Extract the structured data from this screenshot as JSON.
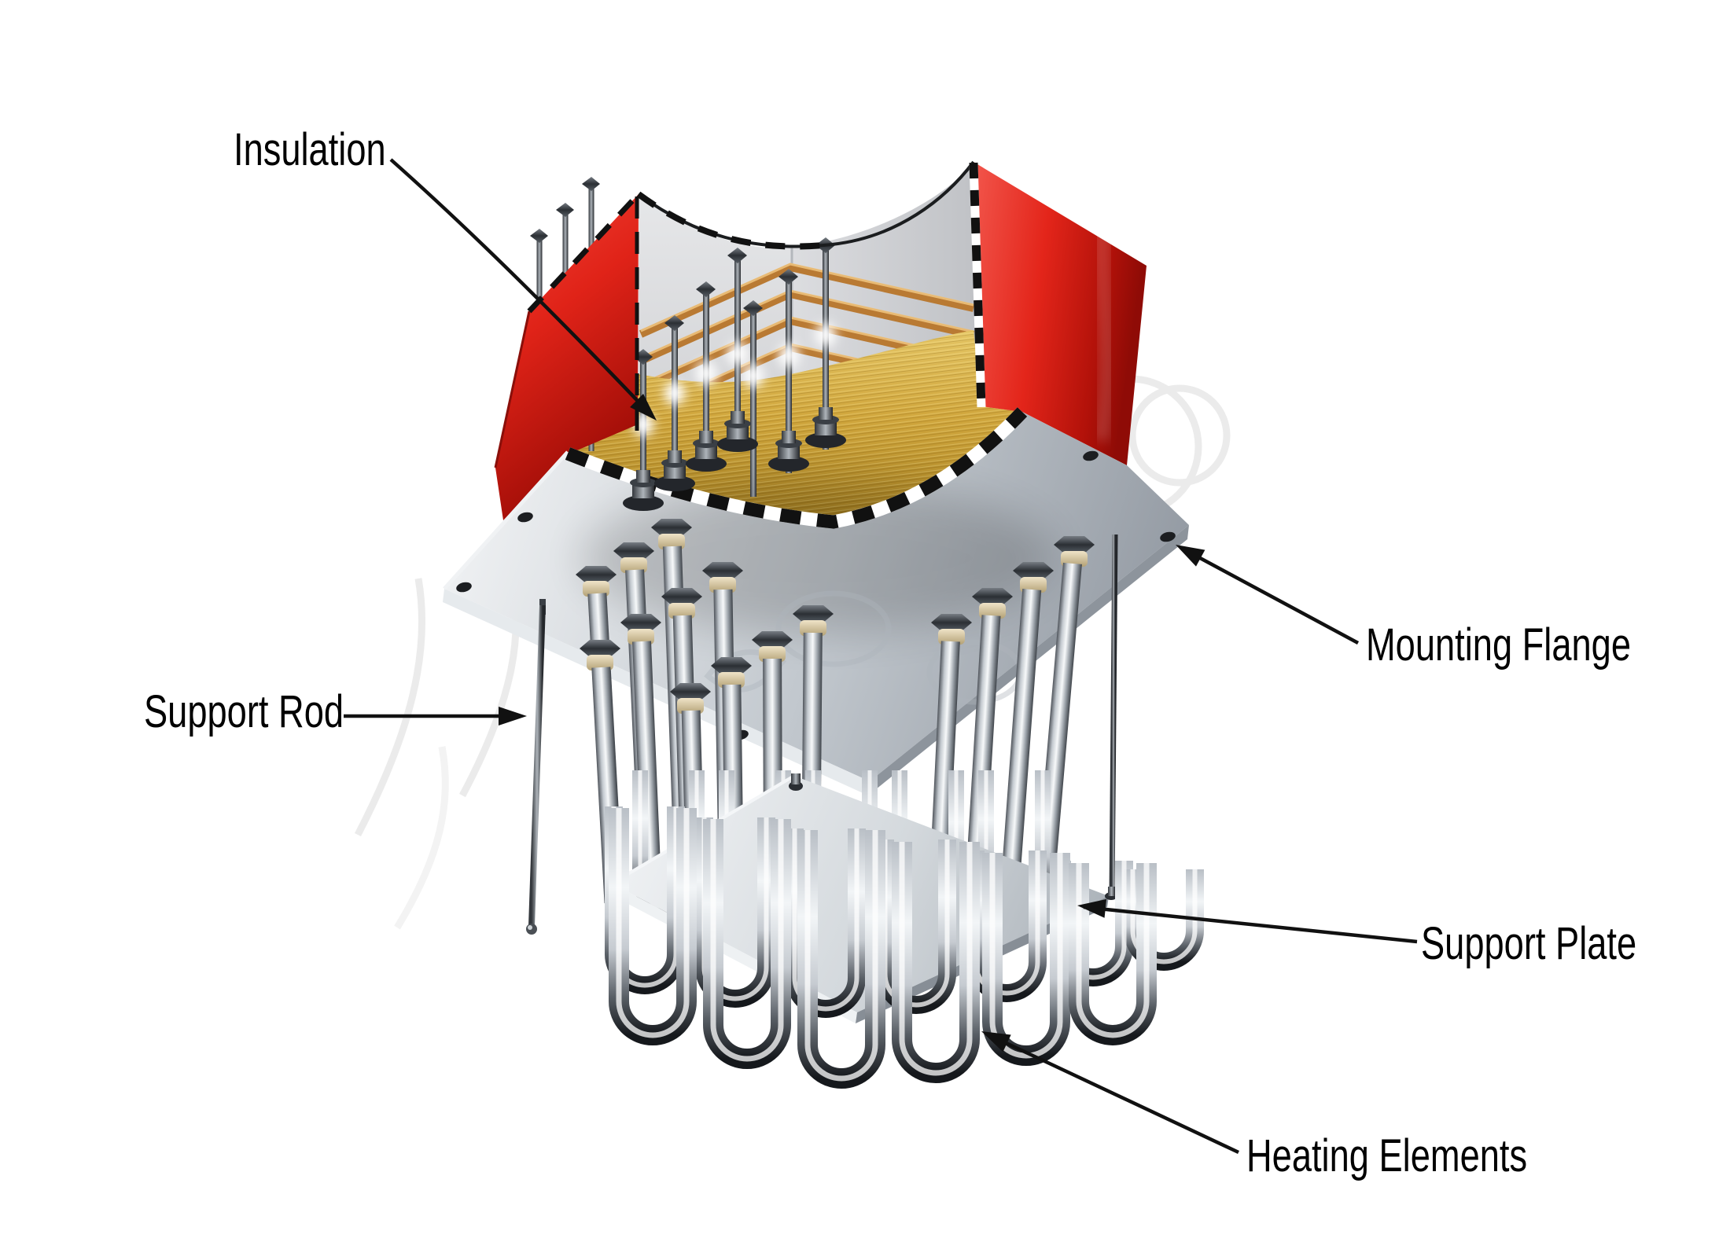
{
  "figure": {
    "type": "technical-cutaway-diagram",
    "subject": "flanged immersion heater assembly",
    "background": "#ffffff"
  },
  "labels": {
    "insulation": "Insulation",
    "mounting_flange": "Mounting Flange",
    "support_rod": "Support Rod",
    "support_plate": "Support Plate",
    "heating_elements": "Heating Elements"
  },
  "colors": {
    "label_text": "#000000",
    "leader_line": "#111111",
    "housing_red_bright": "#e8352a",
    "housing_red_dark": "#9c0c06",
    "insulation_gold": "#cfa43a",
    "bus_bar_copper": "#c98a3a",
    "flange_silver": "#c6ccd2",
    "support_plate_silver": "#e3e7ea",
    "element_chrome": "#d9dde1",
    "cut_edge_stripe_black": "#111111",
    "cut_edge_stripe_white": "#ffffff"
  }
}
